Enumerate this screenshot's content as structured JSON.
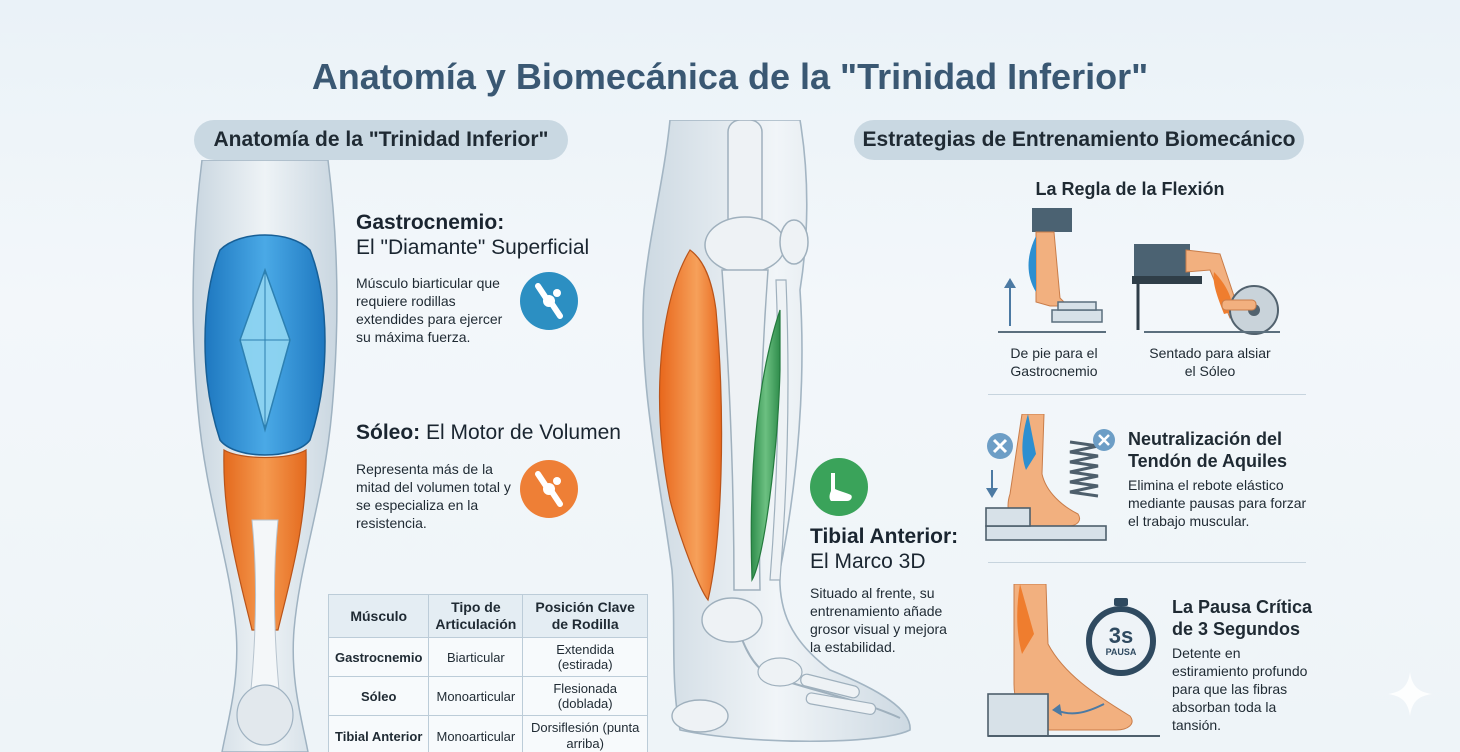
{
  "title": "Anatomía y Biomecánica de la \"Trinidad Inferior\"",
  "left_header": "Anatomía de la \"Trinidad Inferior\"",
  "right_header": "Estrategias de Entrenamiento Biomecánico",
  "gastro": {
    "heading_bold": "Gastrocnemio:",
    "heading_sub": "El \"Diamante\" Superficial",
    "text": "Músculo biarticular que requiere rodillas extendides para ejercer su máxima fuerza.",
    "icon": "knee-joint-icon",
    "color": "#2c8fc2"
  },
  "soleo": {
    "heading_bold": "Sóleo:",
    "heading_rest": " El Motor de Volumen",
    "text": "Representa más de la mitad del volumen total y se especializa en la resistencia.",
    "icon": "knee-joint-icon",
    "color": "#ee7f36"
  },
  "tibial": {
    "heading_bold": "Tibial Anterior:",
    "heading_sub": "El Marco 3D",
    "text": "Situado al frente, su entrenamiento añade grosor visual y mejora la estabilidad.",
    "icon": "foot-icon",
    "color": "#3aa35a"
  },
  "table": {
    "headers": [
      "Músculo",
      "Tipo de Articulación",
      "Posición Clave de Rodilla"
    ],
    "rows": [
      [
        "Gastrocnemio",
        "Biarticular",
        "Extendida (estirada)"
      ],
      [
        "Sóleo",
        "Monoarticular",
        "Flesionada (doblada)"
      ],
      [
        "Tibial Anterior",
        "Monoarticular",
        "Dorsiflesión (punta arriba)"
      ]
    ]
  },
  "flexion": {
    "title": "La Regla de la Flexión",
    "caption_standing": "De pie para el Gastrocnemio",
    "caption_seated": "Sentado para alsiar el Sóleo"
  },
  "achilles": {
    "title": "Neutralización del Tendón de Aquiles",
    "text": "Elimina el rebote elástico mediante pausas para forzar el trabajo muscular."
  },
  "pause": {
    "title": "La Pausa Crítica de 3 Segundos",
    "text": "Detente en estiramiento profundo para que las fibras absorban toda la tansión.",
    "timer_value": "3s",
    "timer_label": "PAUSA"
  },
  "colors": {
    "gastro_blue": "#2d8fd0",
    "soleus_orange": "#ef7d2e",
    "tibialis_green": "#3aa35a",
    "bone": "#e9eef2",
    "accent_title": "#3a5873"
  }
}
